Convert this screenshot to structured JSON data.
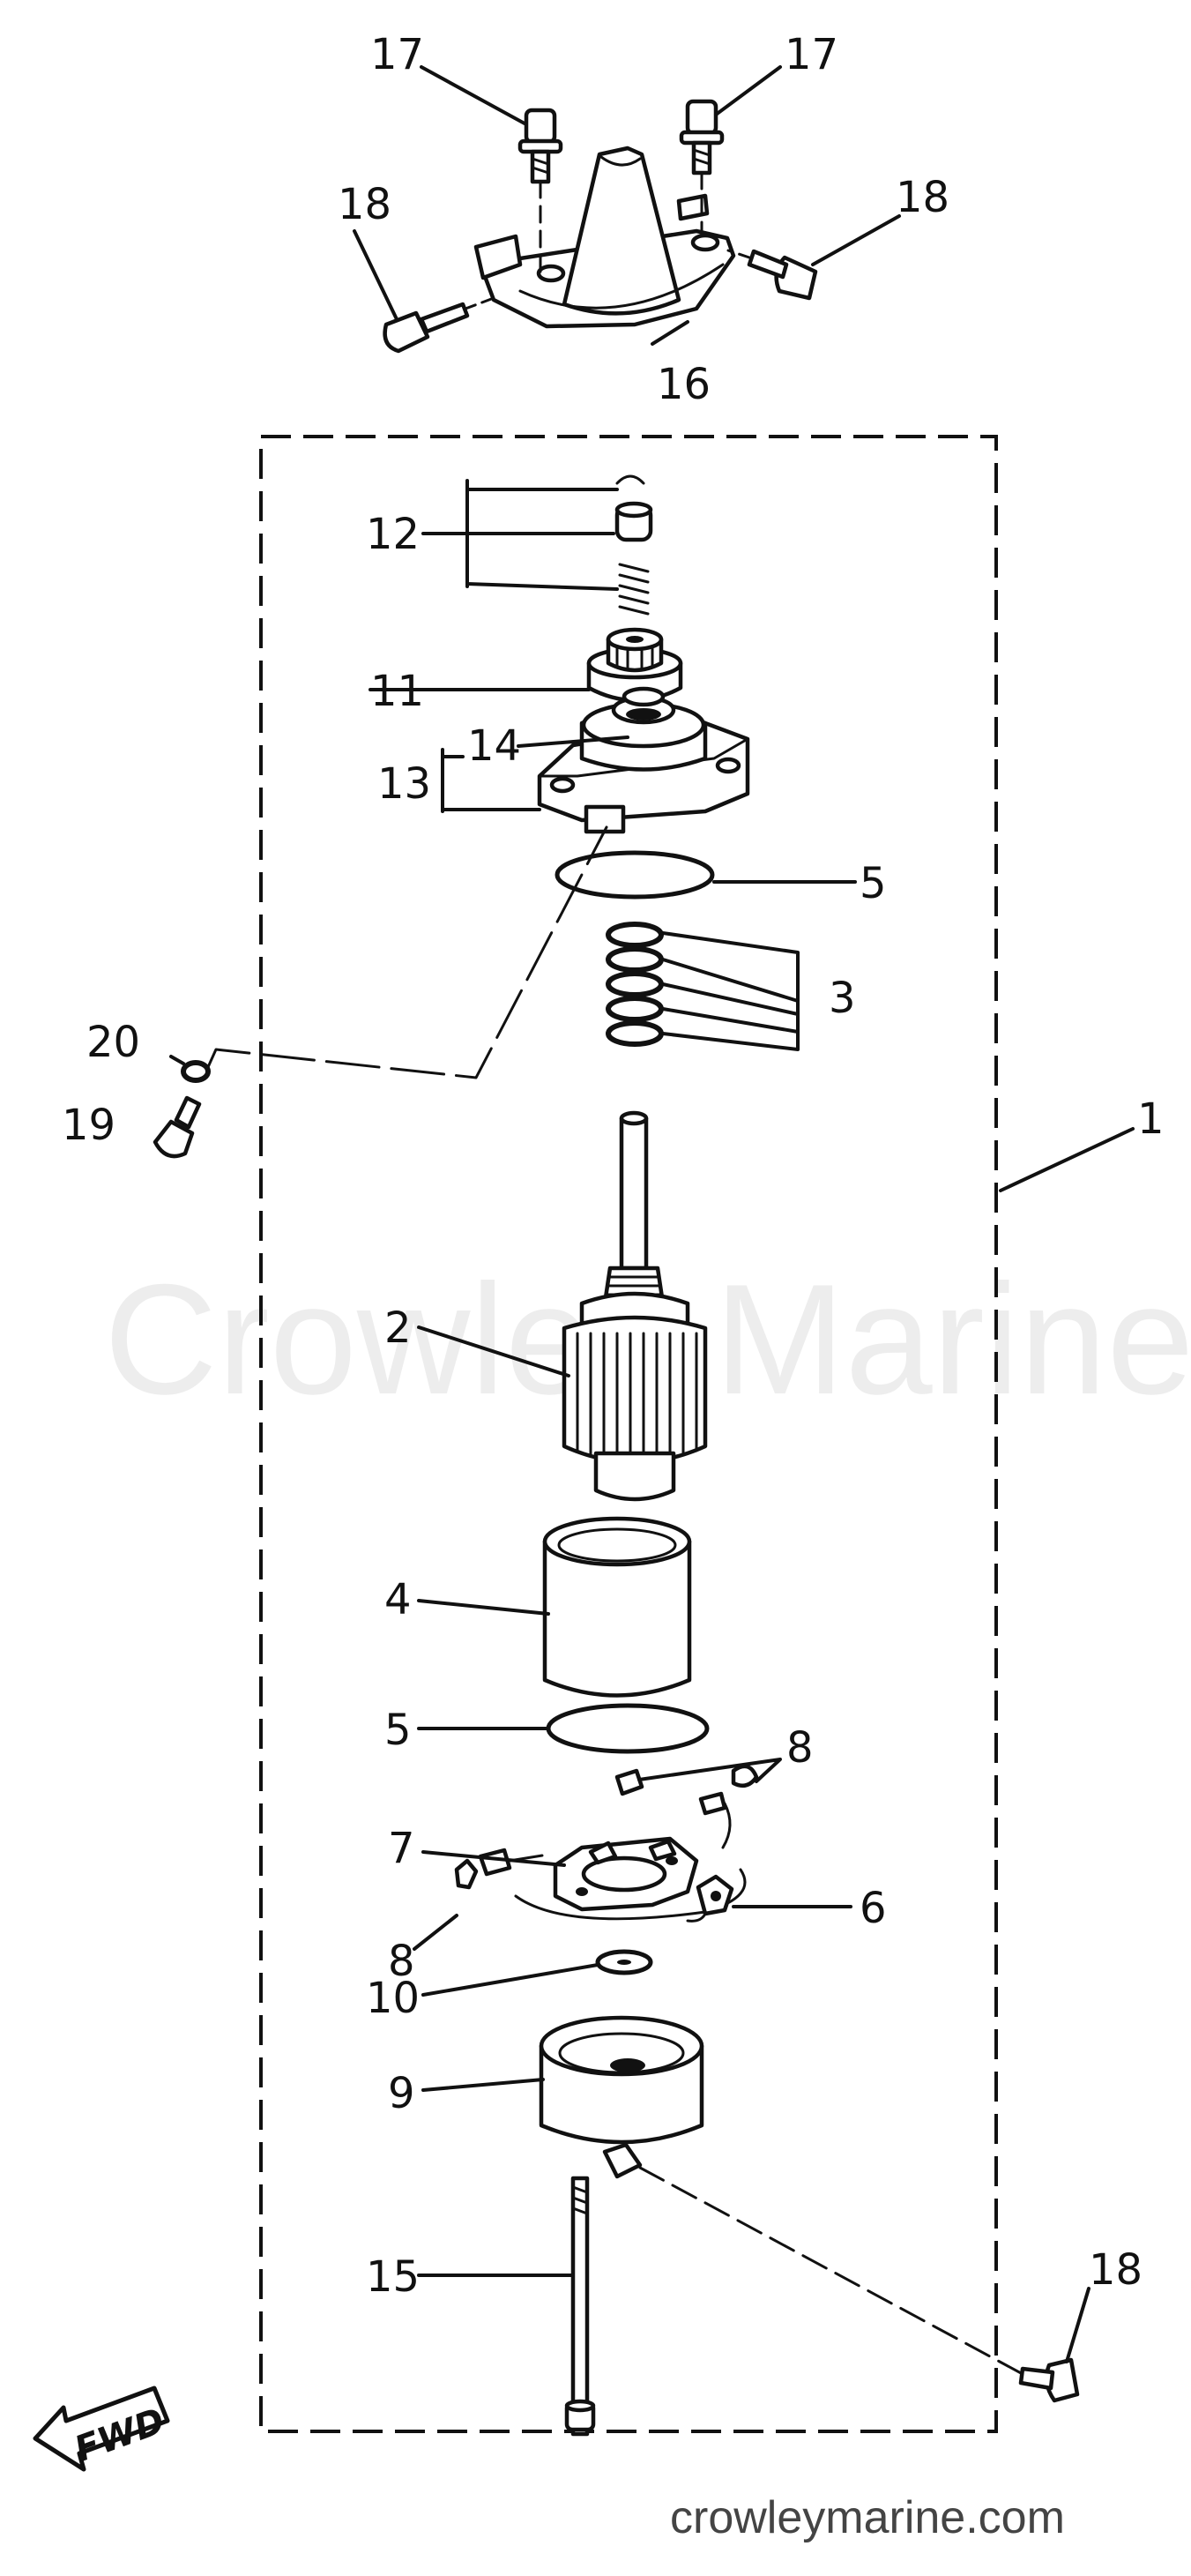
{
  "callouts": {
    "c17a": "17",
    "c17b": "17",
    "c18a": "18",
    "c18b": "18",
    "c18c": "18",
    "c16": "16",
    "c12": "12",
    "c11": "11",
    "c14": "14",
    "c13": "13",
    "c5a": "5",
    "c3": "3",
    "c20": "20",
    "c19": "19",
    "c1": "1",
    "c2": "2",
    "c4": "4",
    "c5b": "5",
    "c8a": "8",
    "c7": "7",
    "c6": "6",
    "c8b": "8",
    "c10": "10",
    "c9": "9",
    "c15": "15"
  },
  "watermark": "Crowley Marine",
  "site_url": "crowleymarine.com",
  "fwd_label": "FWD"
}
